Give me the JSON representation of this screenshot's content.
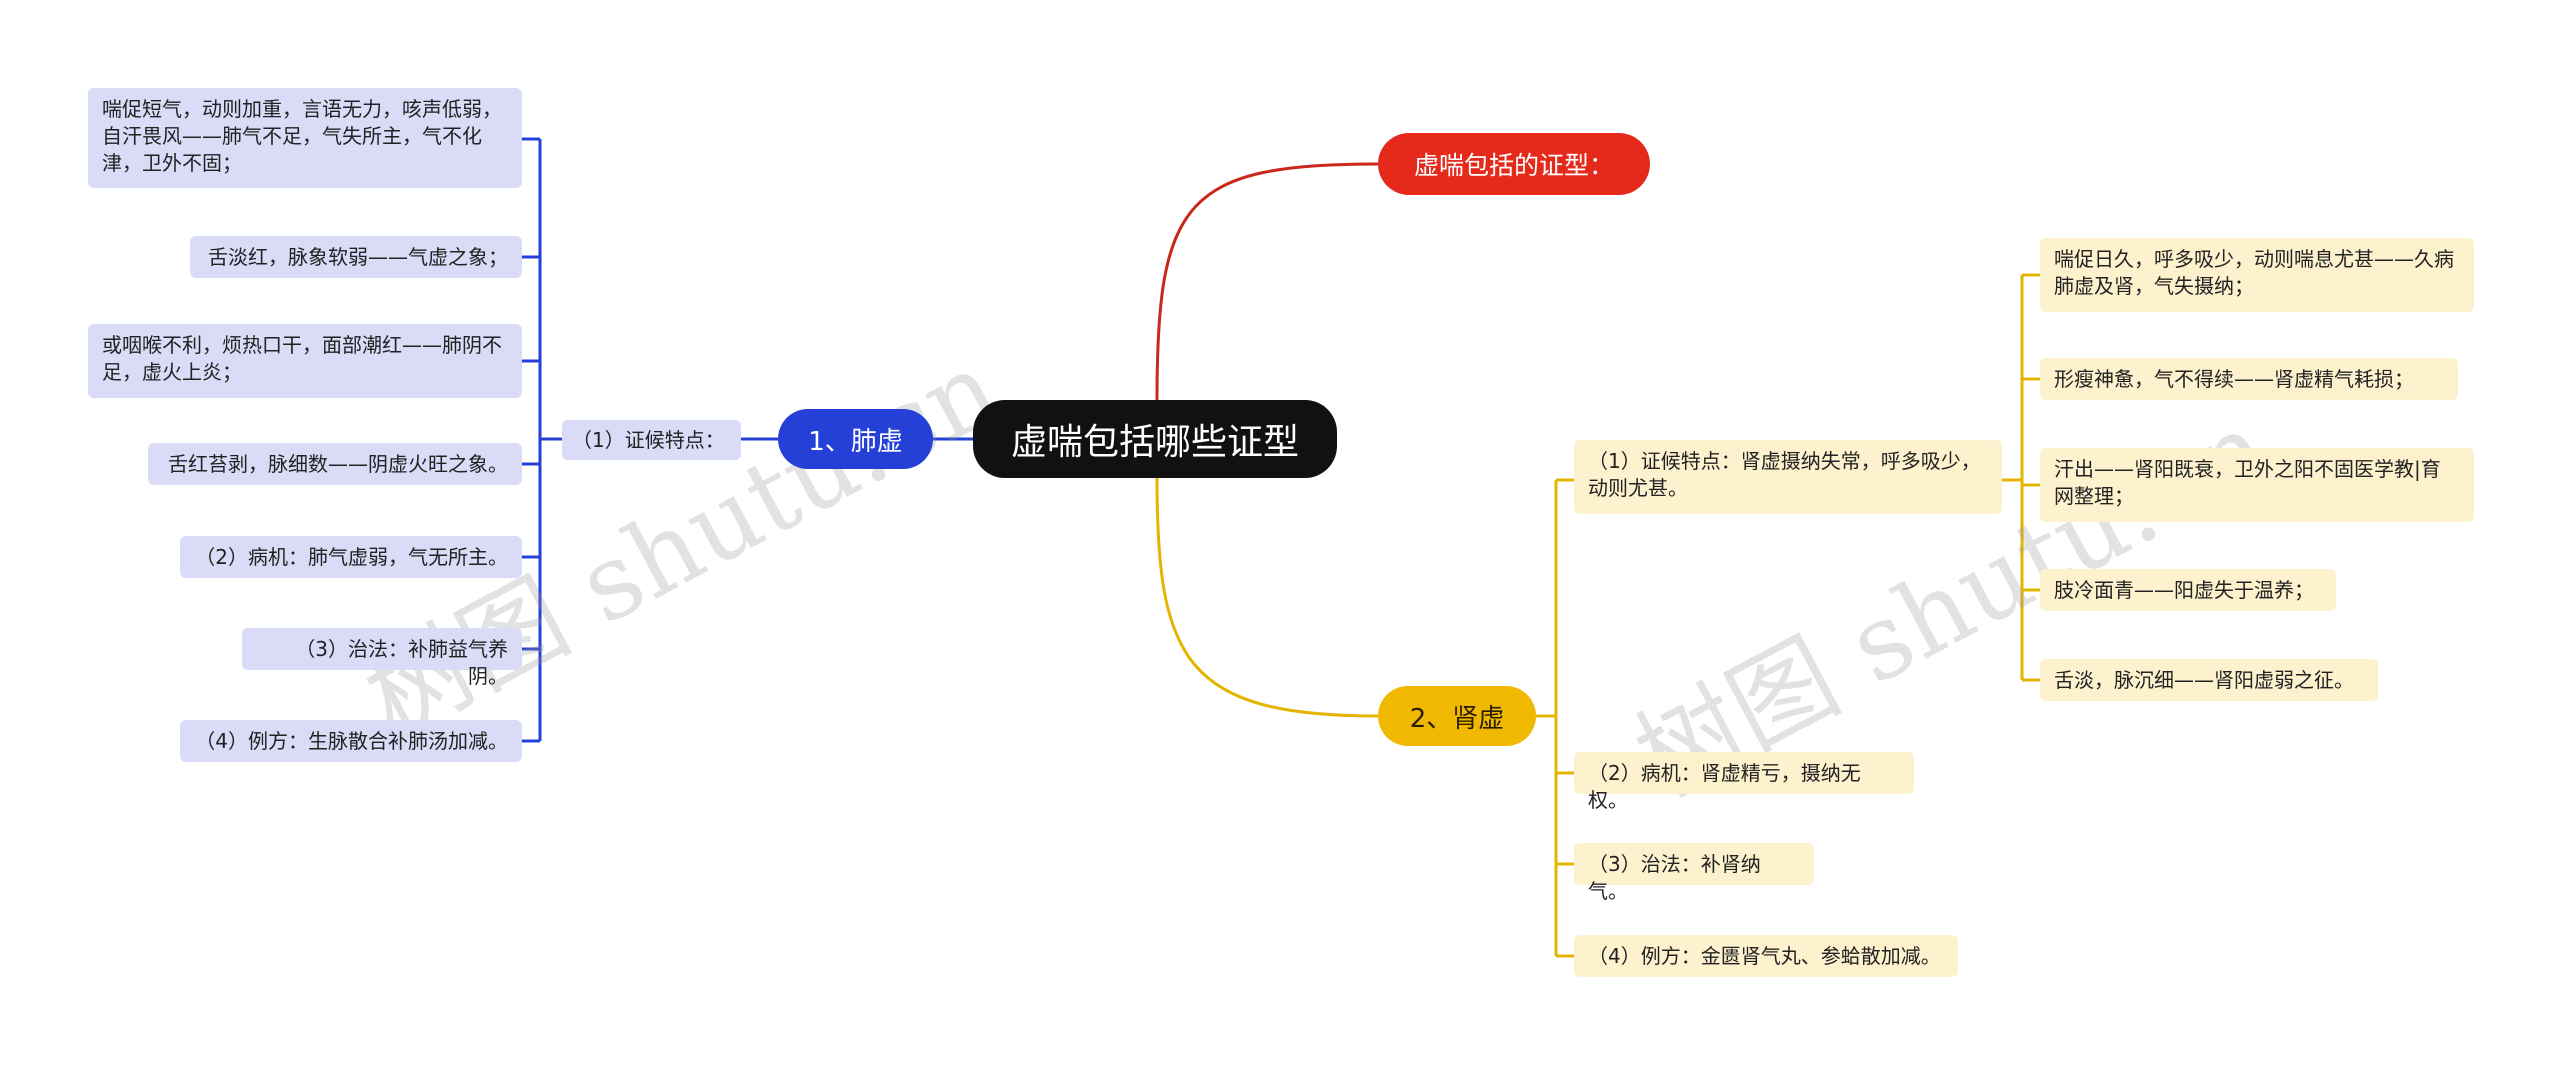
{
  "root": {
    "label": "虚喘包括哪些证型"
  },
  "intro": {
    "label": "虚喘包括的证型："
  },
  "branch1": {
    "label": "1、肺虚",
    "items": [
      "（1）证候特点：",
      "（2）病机：肺气虚弱，气无所主。",
      "（3）治法：补肺益气养阴。",
      "（4）例方：生脉散合补肺汤加减。"
    ],
    "symptoms": [
      "喘促短气，动则加重，言语无力，咳声低弱，自汗畏风——肺气不足，气失所主，气不化津，卫外不固；",
      "舌淡红，脉象软弱——气虚之象；",
      "或咽喉不利，烦热口干，面部潮红——肺阴不足，虚火上炎；",
      "舌红苔剥，脉细数——阴虚火旺之象。"
    ]
  },
  "branch2": {
    "label": "2、肾虚",
    "items": [
      "（1）证候特点：肾虚摄纳失常，呼多吸少，动则尤甚。",
      "（2）病机：肾虚精亏，摄纳无权。",
      "（3）治法：补肾纳气。",
      "（4）例方：金匮肾气丸、参蛤散加减。"
    ],
    "symptoms": [
      "喘促日久，呼多吸少，动则喘息尤甚——久病肺虚及肾，气失摄纳；",
      "形瘦神惫，气不得续——肾虚精气耗损；",
      "汗出——肾阳既衰，卫外之阳不固医学教|育网整理；",
      "肢冷面青——阳虚失于温养；",
      "舌淡，脉沉细——肾阳虚弱之征。"
    ]
  },
  "watermark": [
    "树图 shutu.cn",
    "树图 shutu.cn"
  ],
  "colors": {
    "root": "#111111",
    "intro": "#e52a1c",
    "lung": "#2540d6",
    "kidney": "#f0b800",
    "lung_leaf": "#d9dbf7",
    "kidney_leaf": "#fdf1ce"
  }
}
